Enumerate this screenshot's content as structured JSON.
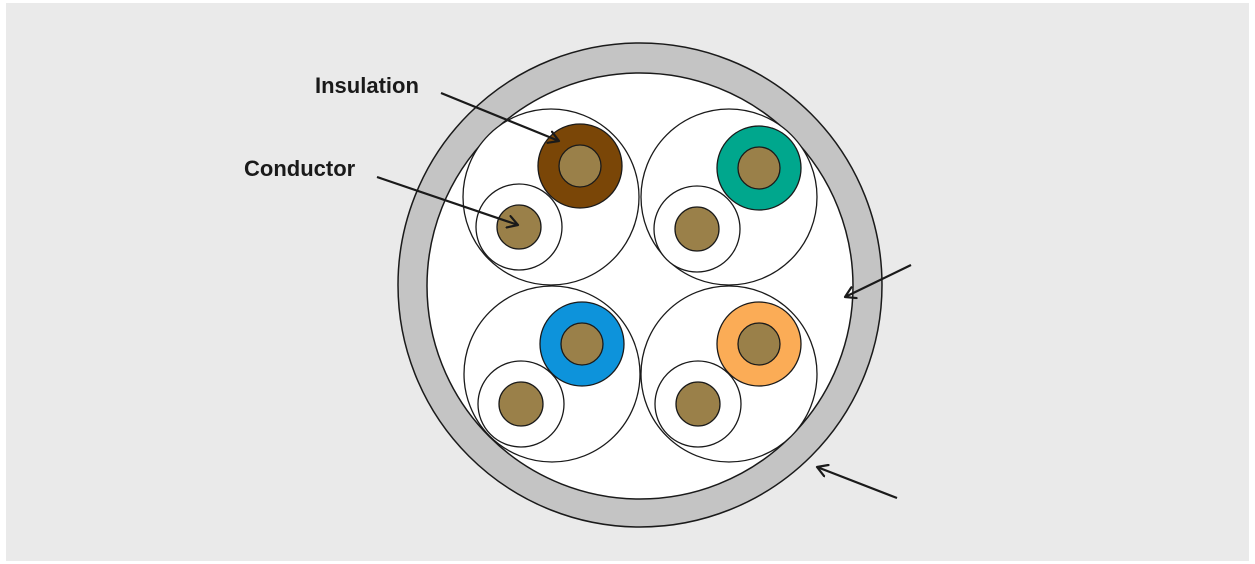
{
  "labels": {
    "insulation": "Insulation",
    "conductor": "Conductor"
  },
  "colors": {
    "background": "#eaeaea",
    "jacket": "#c4c4c4",
    "cable_core": "#ffffff",
    "outline": "#1a1a1a",
    "conductor": "#9a8049",
    "pair_brown": "#7a4607",
    "pair_green": "#00a78d",
    "pair_blue": "#0d93db",
    "pair_orange": "#fbac56",
    "pair_white": "#ffffff"
  },
  "pairs": [
    {
      "name": "brown-pair",
      "insulation_color": "brown"
    },
    {
      "name": "green-pair",
      "insulation_color": "green"
    },
    {
      "name": "blue-pair",
      "insulation_color": "blue"
    },
    {
      "name": "orange-pair",
      "insulation_color": "orange"
    }
  ]
}
